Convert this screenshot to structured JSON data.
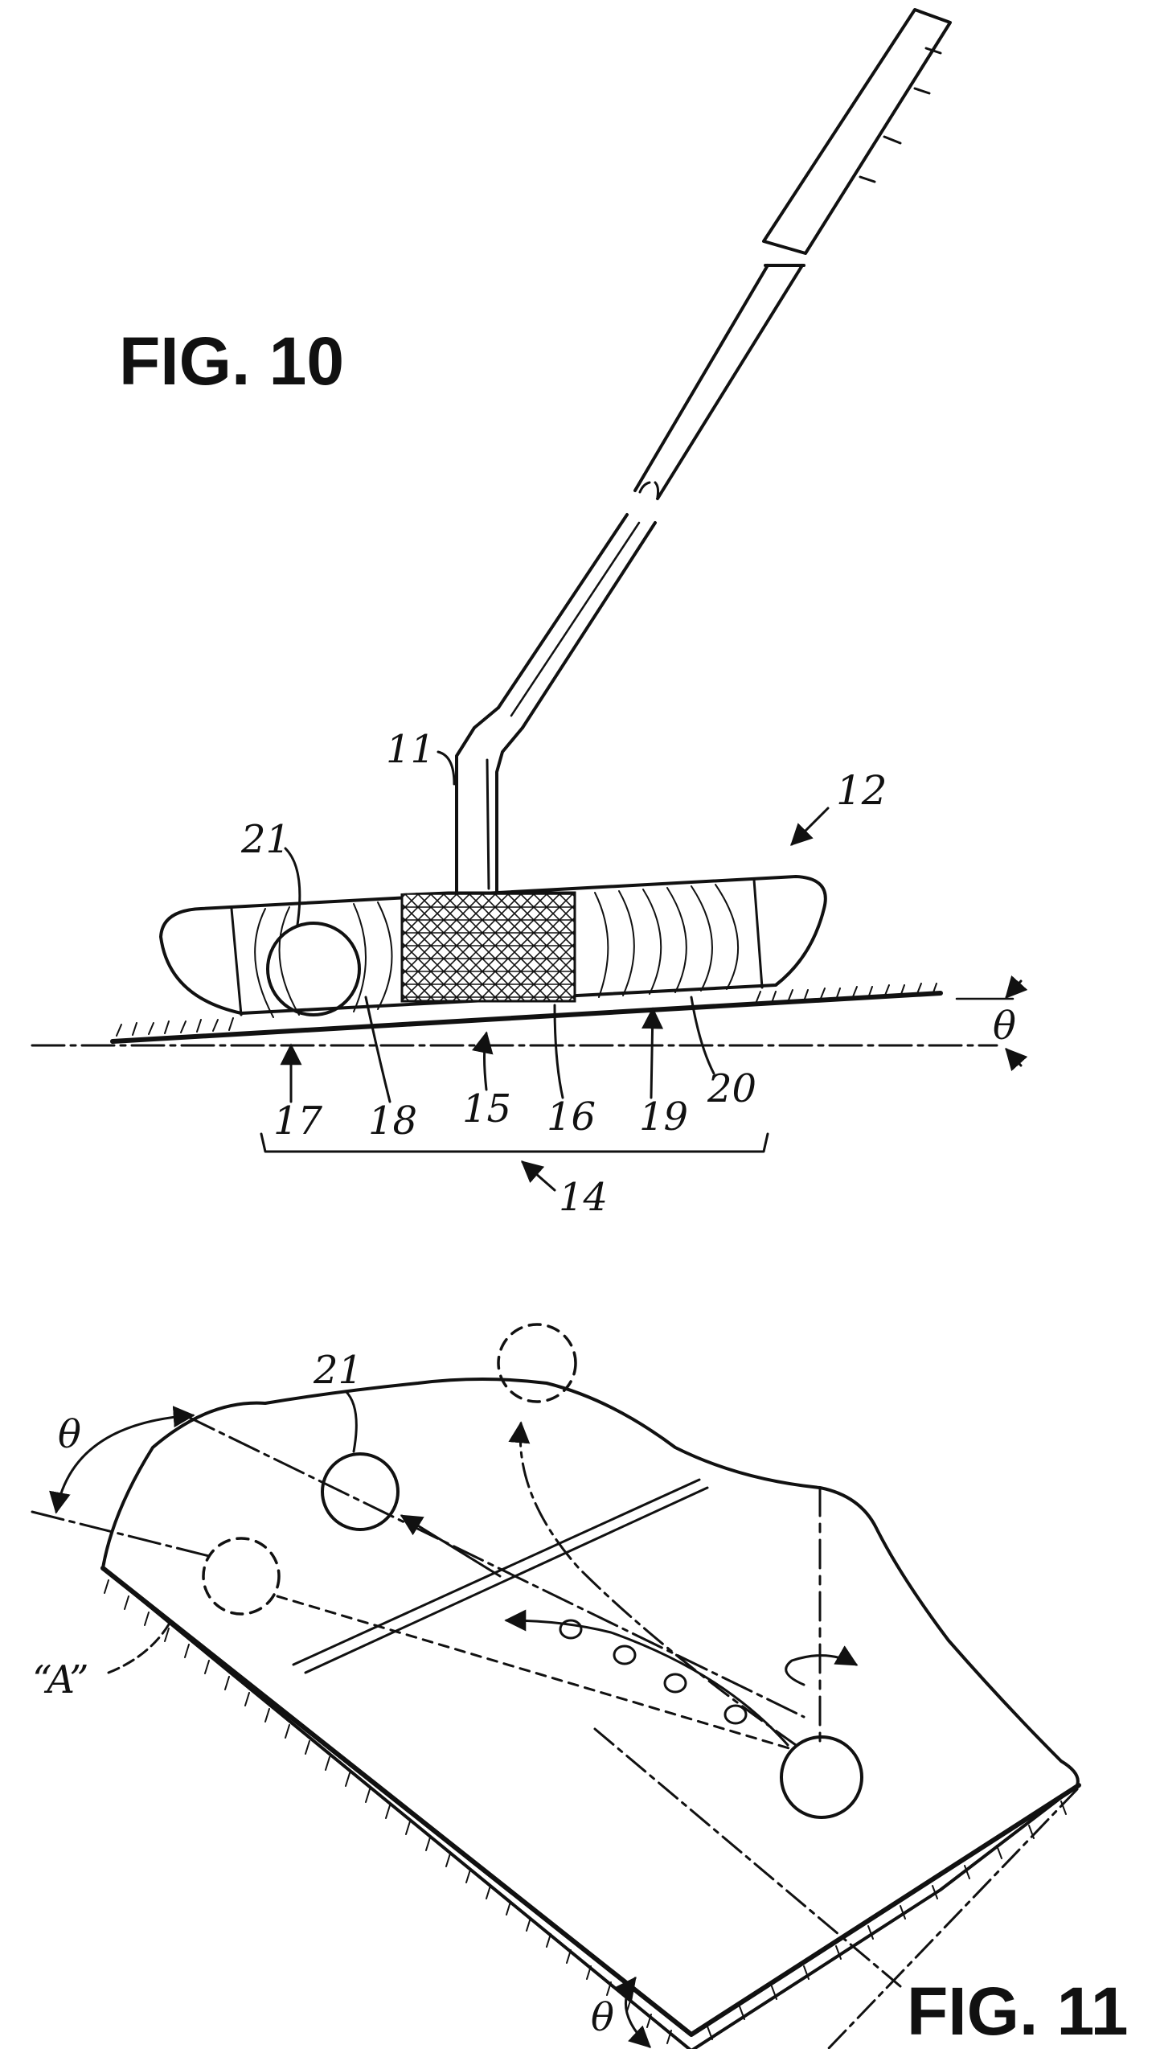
{
  "figures": {
    "fig10": {
      "title": "FIG. 10",
      "labels": {
        "r11": "11",
        "r12": "12",
        "r21": "21",
        "theta": "θ",
        "r17": "17",
        "r18": "18",
        "r15": "15",
        "r16": "16",
        "r19": "19",
        "r20": "20",
        "r14": "14"
      }
    },
    "fig11": {
      "title": "FIG. 11",
      "labels": {
        "theta_left": "θ",
        "r21": "21",
        "a": "“A”",
        "theta_bottom": "θ"
      }
    }
  },
  "colors": {
    "ink": "#111111",
    "paper": "#ffffff"
  }
}
